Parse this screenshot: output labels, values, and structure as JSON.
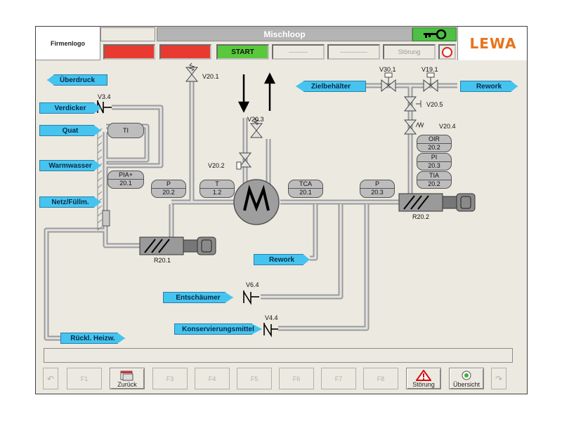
{
  "header": {
    "logo_text": "Firmenlogo",
    "title": "Mischloop",
    "brand": "LEWA",
    "start_label": "START",
    "blank1": "---------",
    "blank2": "-------------",
    "stoerung_label": "Störung"
  },
  "tags": {
    "ueberdruck": "Überdruck",
    "verdicker": "Verdicker",
    "quat": "Quat",
    "warmwasser": "Warmwasser",
    "netz": "Netz/Füllm.",
    "rueckl": "Rückl. Heizw.",
    "zielbehaelter": "Zielbehälter",
    "rework_top": "Rework",
    "rework_mid": "Rework",
    "entschaeumer": "Entschäumer",
    "konservierung": "Konservierungsmittel"
  },
  "labels": {
    "v201": "V20.1",
    "v34": "V3.4",
    "v203": "V20.3",
    "v202": "V20.2",
    "v301": "V30.1",
    "v191": "V19.1",
    "v205": "V20.5",
    "v204": "V20.4",
    "r201": "R20.1",
    "r202": "R20.2",
    "v64": "V6.4",
    "v44": "V4.4"
  },
  "instruments": {
    "ti": "TI",
    "pia_top": "PIA+",
    "pia_val": "20.1",
    "p1_top": "P",
    "p1_val": "20.2",
    "t_top": "T",
    "t_val": "1.2",
    "tca_top": "TCA",
    "tca_val": "20.1",
    "p2_top": "P",
    "p2_val": "20.3",
    "oir_top": "OIR",
    "oir_val": "20.2",
    "pi_top": "PI",
    "pi_val": "20.3",
    "tia_top": "TIA",
    "tia_val": "20.2"
  },
  "footer": {
    "f1": "F1",
    "zurueck": "Zurück",
    "f3": "F3",
    "f4": "F4",
    "f5": "F5",
    "f6": "F6",
    "f7": "F7",
    "f8": "F8",
    "stoerung": "Störung",
    "uebersicht": "Übersicht"
  },
  "colors": {
    "alarm_red": "#e83a30",
    "start_green": "#59c83c",
    "tag_blue": "#45c4f0",
    "brand_orange": "#e8731c"
  }
}
